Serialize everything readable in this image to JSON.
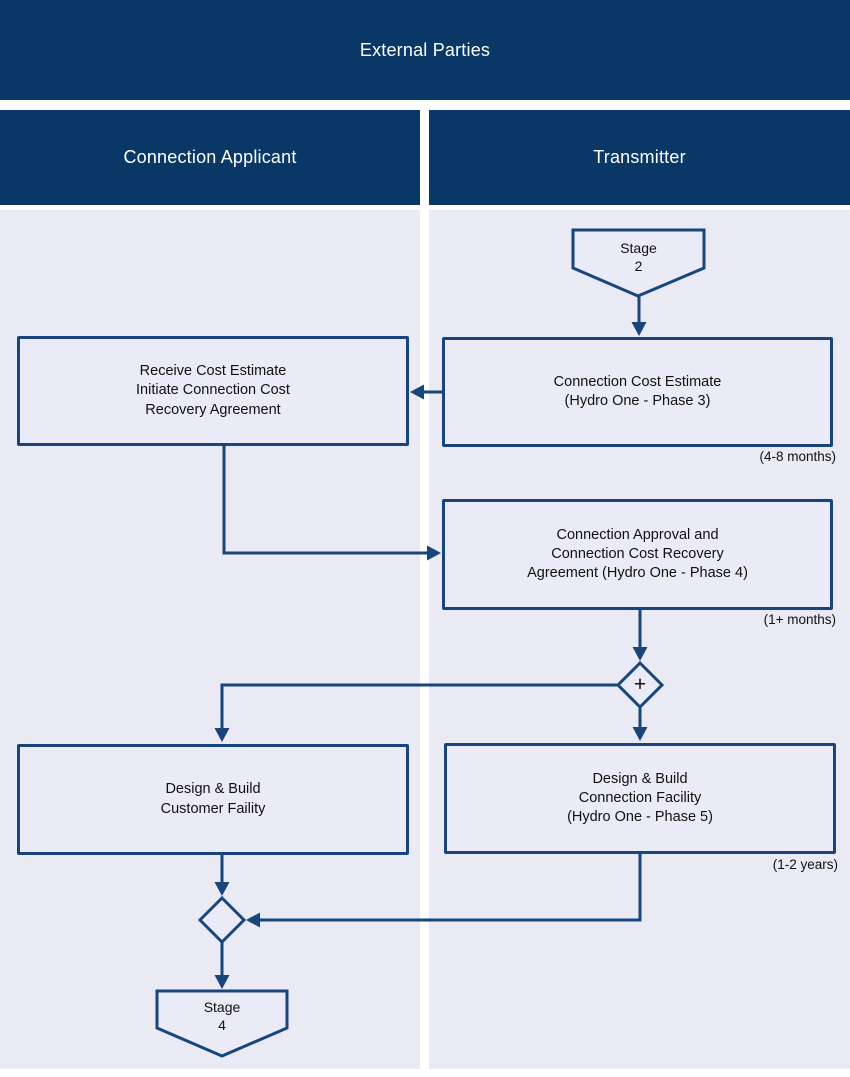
{
  "colors": {
    "header_navy": "#093866",
    "line_navy": "#17457c",
    "lane_background": "#e9eaf4",
    "box_fill": "#eaebf6",
    "text": "#111111",
    "divider_white": "#ffffff"
  },
  "header": {
    "title": "External Parties"
  },
  "lanes": [
    {
      "title": "Connection Applicant"
    },
    {
      "title": "Transmitter"
    }
  ],
  "nodes": {
    "stage2": {
      "shape": "stage-terminator",
      "lane": "Transmitter",
      "label": "Stage\n2"
    },
    "phase3": {
      "shape": "process",
      "lane": "Transmitter",
      "label": "Connection Cost Estimate\n(Hydro One - Phase 3)",
      "duration": "(4-8 months)"
    },
    "receive": {
      "shape": "process",
      "lane": "Connection Applicant",
      "label": "Receive Cost Estimate\nInitiate Connection Cost\nRecovery Agreement"
    },
    "phase4": {
      "shape": "process",
      "lane": "Transmitter",
      "label": "Connection Approval and\nConnection Cost Recovery\nAgreement (Hydro One - Phase 4)",
      "duration": "(1+ months)"
    },
    "gateway_plus": {
      "shape": "gateway",
      "label": "+"
    },
    "customer": {
      "shape": "process",
      "lane": "Connection Applicant",
      "label": "Design & Build\nCustomer Faility"
    },
    "phase5": {
      "shape": "process",
      "lane": "Transmitter",
      "label": "Design & Build\nConnection Facility\n(Hydro One - Phase 5)",
      "duration": "(1-2 years)"
    },
    "gateway_merge": {
      "shape": "gateway",
      "label": ""
    },
    "stage4": {
      "shape": "stage-terminator",
      "lane": "Connection Applicant",
      "label": "Stage\n4"
    }
  },
  "flows": [
    {
      "from": "stage2",
      "to": "phase3"
    },
    {
      "from": "phase3",
      "to": "receive"
    },
    {
      "from": "receive",
      "to": "phase4"
    },
    {
      "from": "phase4",
      "to": "gateway_plus"
    },
    {
      "from": "gateway_plus",
      "to": "customer"
    },
    {
      "from": "gateway_plus",
      "to": "phase5"
    },
    {
      "from": "customer",
      "to": "gateway_merge"
    },
    {
      "from": "phase5",
      "to": "gateway_merge"
    },
    {
      "from": "gateway_merge",
      "to": "stage4"
    }
  ]
}
